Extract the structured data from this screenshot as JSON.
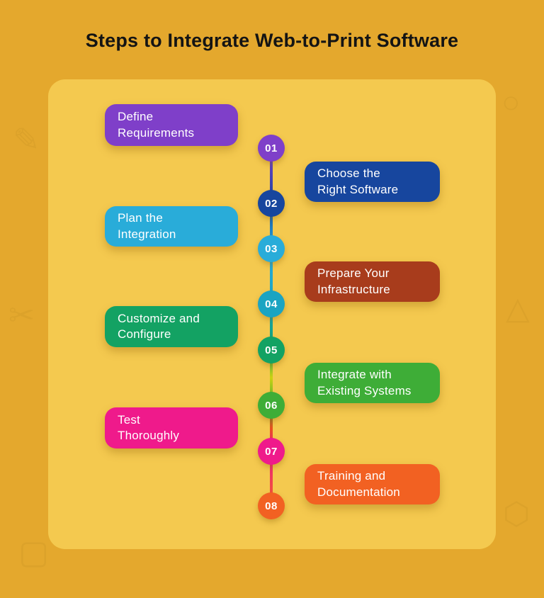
{
  "title": "Steps to Integrate Web-to-Print Software",
  "colors": {
    "background": "#E4A82D",
    "panel": "#F4C94F",
    "title_text": "#141414",
    "step_text": "#FFFFFF"
  },
  "steps": [
    {
      "number": "01",
      "label": "Define\nRequirements",
      "side": "left",
      "box_color": "#7F3FC9",
      "circle_color": "#7F3FC9"
    },
    {
      "number": "02",
      "label": "Choose the\nRight Software",
      "side": "right",
      "box_color": "#17469E",
      "circle_color": "#17469E"
    },
    {
      "number": "03",
      "label": "Plan the\nIntegration",
      "side": "left",
      "box_color": "#29ACD9",
      "circle_color": "#29ACD9"
    },
    {
      "number": "04",
      "label": "Prepare Your\nInfrastructure",
      "side": "right",
      "box_color": "#A83C1C",
      "circle_color": "#1BA4C2"
    },
    {
      "number": "05",
      "label": "Customize and\nConfigure",
      "side": "left",
      "box_color": "#13A263",
      "circle_color": "#13A263"
    },
    {
      "number": "06",
      "label": "Integrate with\nExisting Systems",
      "side": "right",
      "box_color": "#3EAD37",
      "circle_color": "#3EAD37"
    },
    {
      "number": "07",
      "label": "Test\nThoroughly",
      "side": "left",
      "box_color": "#EF1A8B",
      "circle_color": "#EF1A8B"
    },
    {
      "number": "08",
      "label": "Training and\nDocumentation",
      "side": "right",
      "box_color": "#F26122",
      "circle_color": "#F26122"
    }
  ],
  "timeline_segments": [
    {
      "colors": [
        "#7F3FC9",
        "#17469E"
      ]
    },
    {
      "colors": [
        "#17469E",
        "#29ACD9"
      ]
    },
    {
      "colors": [
        "#29ACD9",
        "#1BA4C2"
      ]
    },
    {
      "colors": [
        "#1BA4C2",
        "#13A263"
      ]
    },
    {
      "colors": [
        "#13A263",
        "#CDD20F",
        "#3EAD37"
      ]
    },
    {
      "colors": [
        "#3EAD37",
        "#E8501E",
        "#EF1A8B"
      ]
    },
    {
      "colors": [
        "#EF1A8B",
        "#F26122"
      ]
    }
  ],
  "background_icons": [
    {
      "glyph": "✎",
      "name": "pen-icon"
    },
    {
      "glyph": "○",
      "name": "circle-shape-icon"
    },
    {
      "glyph": "▢",
      "name": "square-shape-icon"
    },
    {
      "glyph": "✂",
      "name": "scissors-icon"
    },
    {
      "glyph": "△",
      "name": "triangle-shape-icon"
    },
    {
      "glyph": "⬡",
      "name": "hexagon-shape-icon"
    }
  ]
}
